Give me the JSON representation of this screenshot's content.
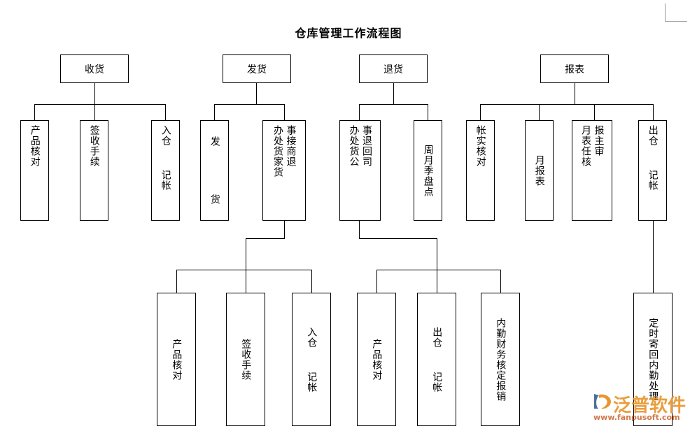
{
  "title": "仓库管理工作流程图",
  "colors": {
    "line": "#000000",
    "box_border": "#000000",
    "background": "#ffffff",
    "watermark_orange": "#e8962f",
    "watermark_url": "#c8622a",
    "crop_mark": "#999999"
  },
  "nodes": {
    "top": [
      {
        "id": "receiving",
        "label": "收货"
      },
      {
        "id": "shipping",
        "label": "发货"
      },
      {
        "id": "returns",
        "label": "退货"
      },
      {
        "id": "reports",
        "label": "报表"
      }
    ],
    "receiving_children": [
      {
        "id": "r-check",
        "cols": [
          "产品核对"
        ]
      },
      {
        "id": "r-sign",
        "cols": [
          "签收手续"
        ]
      },
      {
        "id": "r-instore",
        "cols": [
          "入仓  记帐"
        ]
      }
    ],
    "shipping_children": [
      {
        "id": "s-ship",
        "cols": [
          "发    货"
        ]
      },
      {
        "id": "s-return",
        "cols": [
          "事接商退",
          "办处货家货"
        ]
      }
    ],
    "returns_children": [
      {
        "id": "t-company",
        "cols": [
          "事退回司",
          "办处货公"
        ]
      },
      {
        "id": "t-stock",
        "cols": [
          "周月季盘点"
        ]
      }
    ],
    "reports_children": [
      {
        "id": "p-recon",
        "cols": [
          "帐实核对"
        ]
      },
      {
        "id": "p-monthly",
        "cols": [
          "月报表"
        ]
      },
      {
        "id": "p-approve",
        "cols": [
          "报主审",
          "月表任核"
        ]
      },
      {
        "id": "p-outstore",
        "cols": [
          "出仓  记帐"
        ]
      }
    ],
    "shipping_grandchildren": [
      {
        "id": "sg-check",
        "cols": [
          "产品核对"
        ]
      },
      {
        "id": "sg-sign",
        "cols": [
          "签收手续"
        ]
      },
      {
        "id": "sg-instore",
        "cols": [
          "入仓  记帐"
        ]
      }
    ],
    "returns_grandchildren": [
      {
        "id": "tg-check",
        "cols": [
          "产品核对"
        ]
      },
      {
        "id": "tg-out",
        "cols": [
          "出仓  记帐"
        ]
      },
      {
        "id": "tg-finance",
        "cols": [
          "内勤财务核定报销"
        ]
      }
    ],
    "reports_grandchildren": [
      {
        "id": "pg-mail",
        "cols": [
          "定时寄回内勤处理"
        ]
      }
    ]
  },
  "watermark": {
    "brand": "泛普软件",
    "url": "www.fanpusoft.com"
  }
}
